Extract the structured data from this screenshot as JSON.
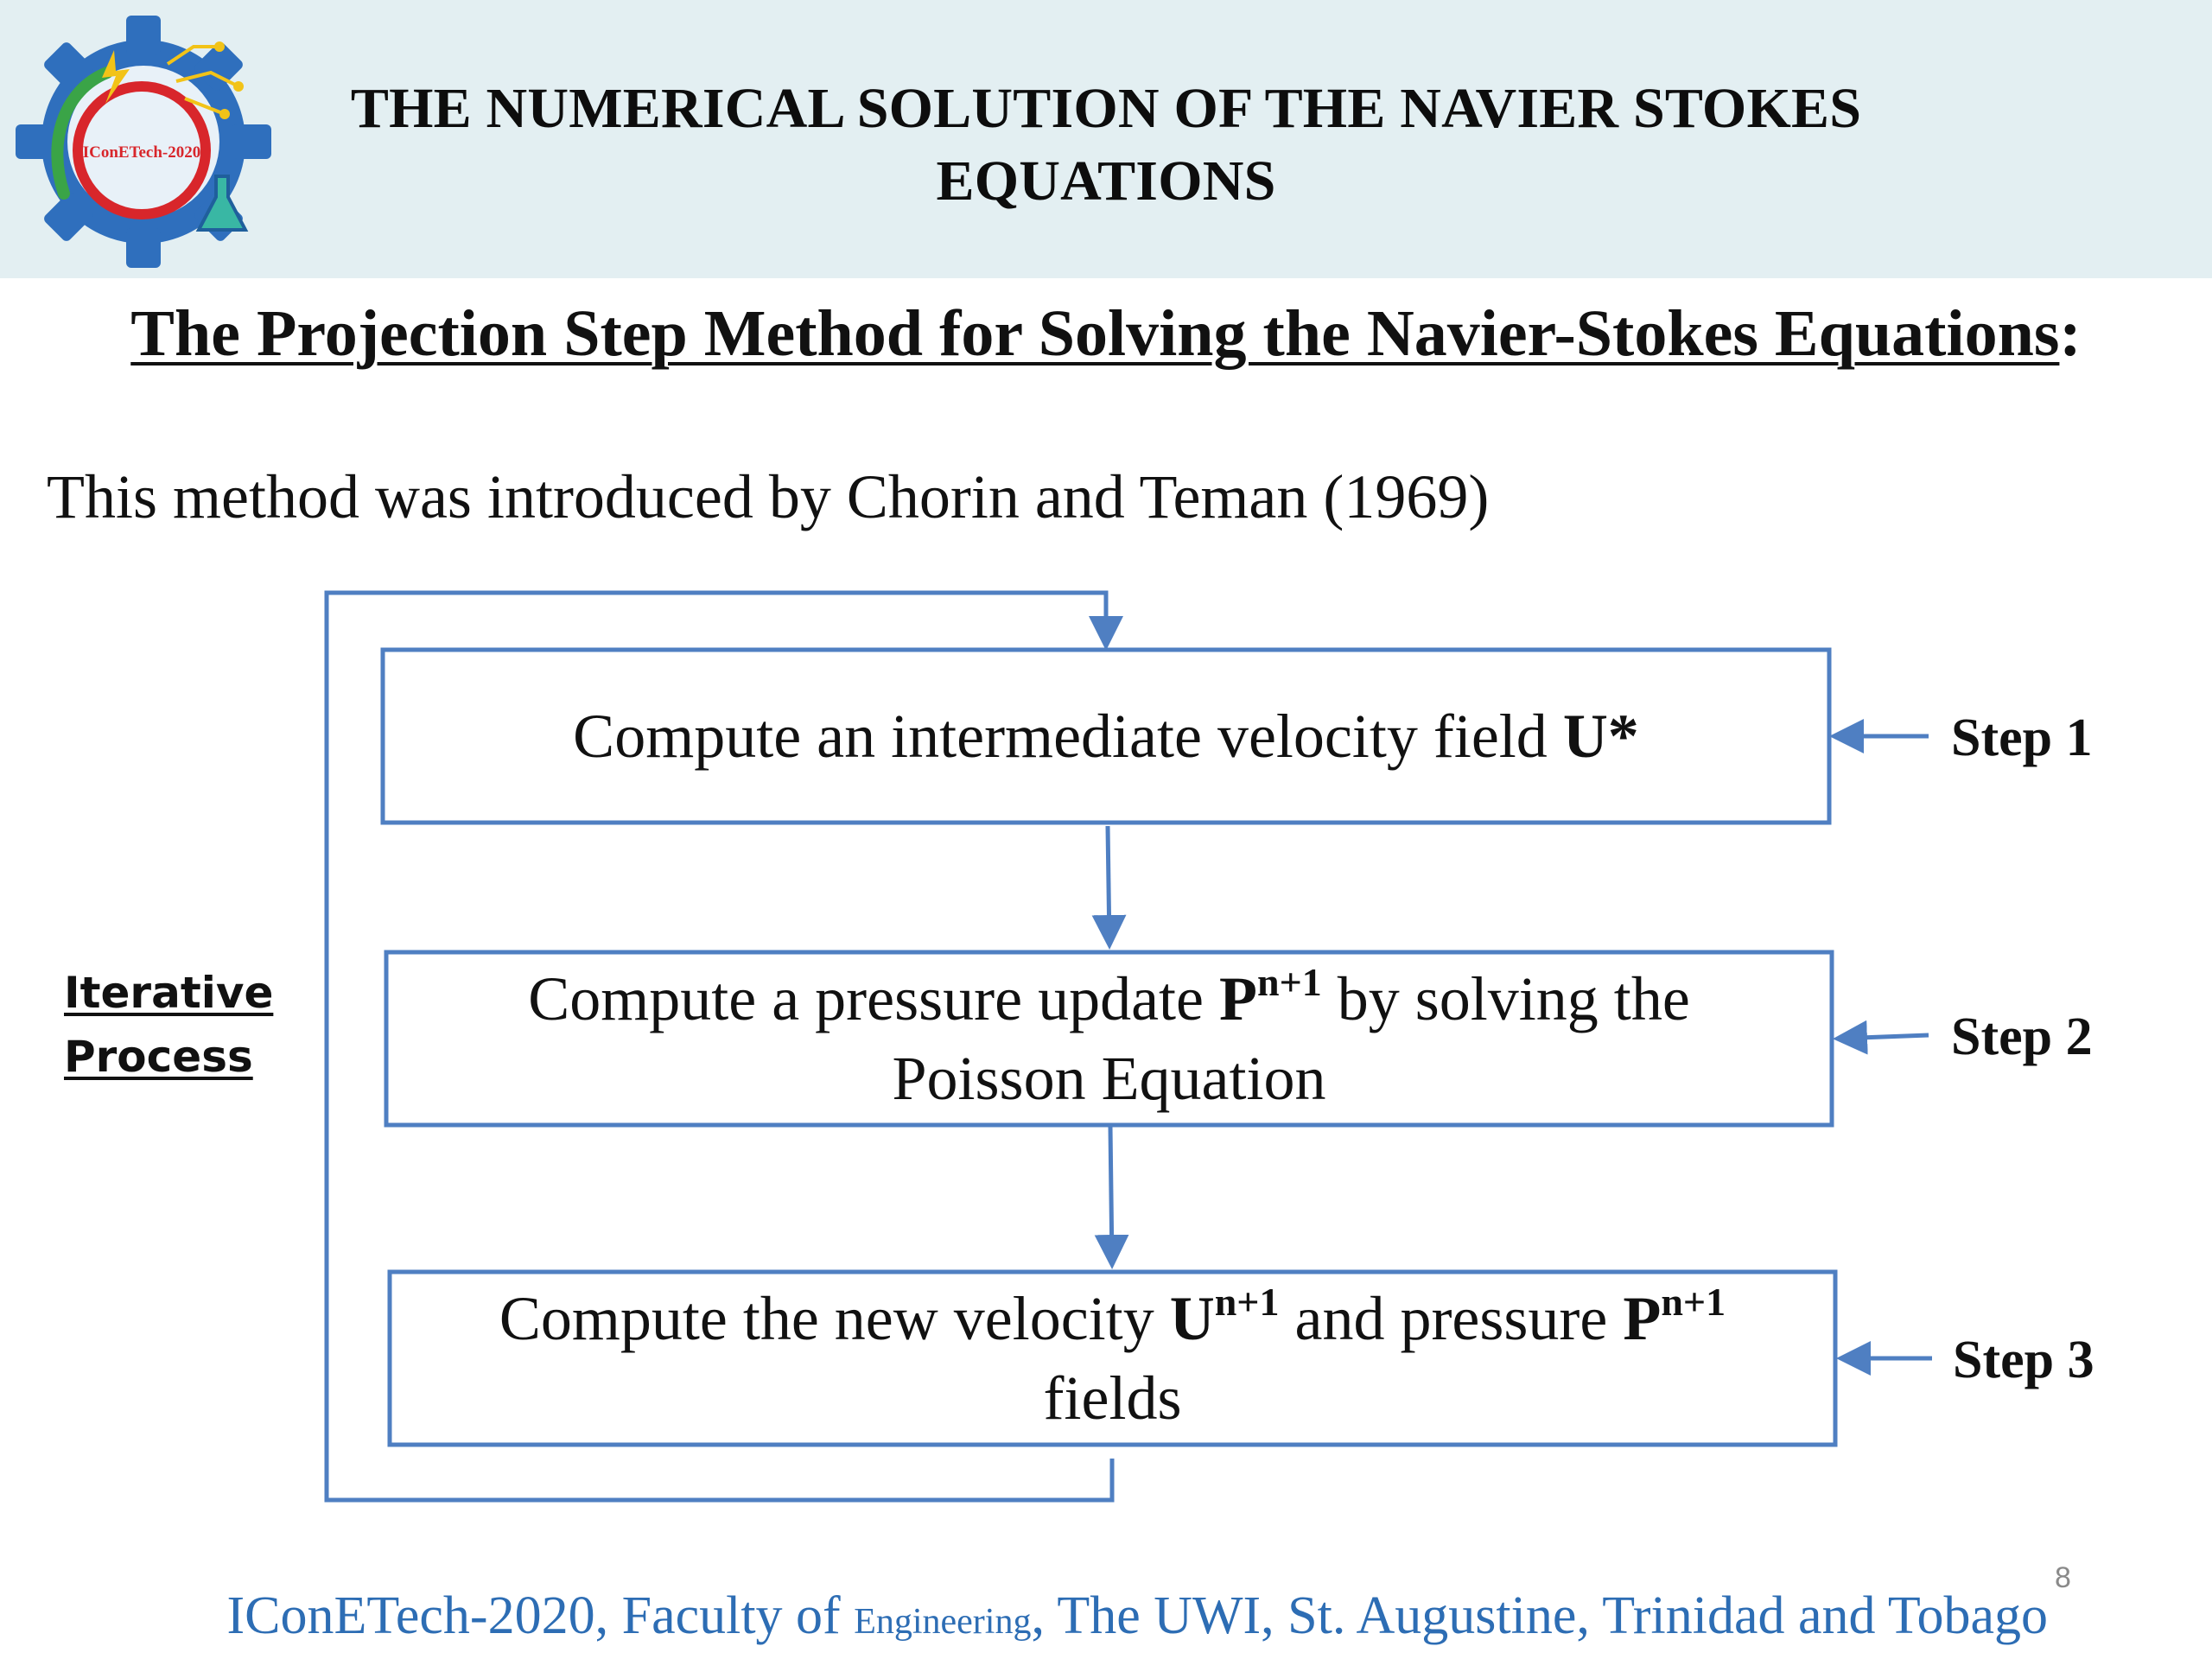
{
  "header": {
    "logo_text": "IConETech-2020",
    "title_line1": "THE NUMERICAL SOLUTION OF THE NAVIER STOKES",
    "title_line2": "EQUATIONS"
  },
  "subtitle": {
    "text": "The Projection Step Method for Solving the Navier-Stokes Equations",
    "suffix": ":"
  },
  "intro": "This method was introduced by Chorin and Teman (1969)",
  "loop_label": {
    "line1": "Iterative",
    "line2": "Process"
  },
  "steps": [
    {
      "label": "Step 1",
      "text_a": "Compute an intermediate velocity field ",
      "bold_a": "U*"
    },
    {
      "label": "Step 2",
      "text_a": "Compute a pressure update ",
      "bold_a": "P",
      "sup_a": "n+1",
      "text_b": " by solving the",
      "line2": "Poisson Equation"
    },
    {
      "label": "Step 3",
      "text_a": "Compute the new velocity ",
      "bold_a": "U",
      "sup_a": "n+1",
      "text_b": " and pressure ",
      "bold_b": "P",
      "sup_b": "n+1",
      "line2": "fields"
    }
  ],
  "footer": {
    "part1": "IConETech-2020, Faculty of ",
    "part2": "Engineering",
    "part3": ", The UWI, St. Augustine, Trinidad and Tobago"
  },
  "page_number": "8",
  "colors": {
    "header_bg": "#e3eff2",
    "flow_blue": "#4f7fc2",
    "footer_blue": "#2d6db4",
    "logo_gear": "#2f6fbd",
    "logo_ring": "#d8262b"
  }
}
